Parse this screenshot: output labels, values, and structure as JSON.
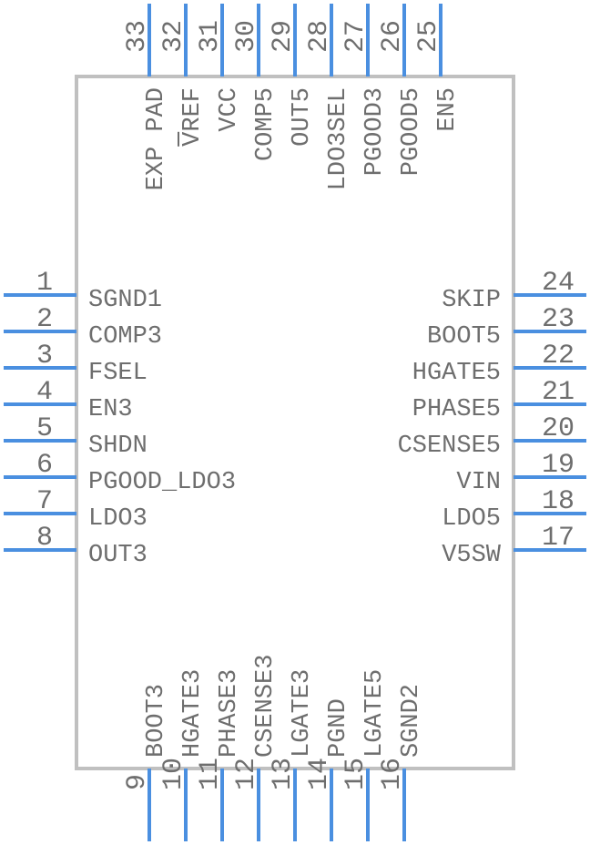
{
  "colors": {
    "pin": "#4a8fe0",
    "body": "#c0c0c0",
    "text": "#6e6e6e"
  },
  "pins": {
    "left": [
      {
        "number": "1",
        "label": "SGND1"
      },
      {
        "number": "2",
        "label": "COMP3"
      },
      {
        "number": "3",
        "label": "FSEL"
      },
      {
        "number": "4",
        "label": "EN3"
      },
      {
        "number": "5",
        "label": "SHDN"
      },
      {
        "number": "6",
        "label": "PGOOD_LDO3"
      },
      {
        "number": "7",
        "label": "LDO3"
      },
      {
        "number": "8",
        "label": "OUT3"
      }
    ],
    "bottom": [
      {
        "number": "9",
        "label": "BOOT3"
      },
      {
        "number": "10",
        "label": "HGATE3"
      },
      {
        "number": "11",
        "label": "PHASE3"
      },
      {
        "number": "12",
        "label": "CSENSE3"
      },
      {
        "number": "13",
        "label": "LGATE3"
      },
      {
        "number": "14",
        "label": "PGND"
      },
      {
        "number": "15",
        "label": "LGATE5"
      },
      {
        "number": "16",
        "label": "SGND2"
      }
    ],
    "right": [
      {
        "number": "17",
        "label": "V5SW"
      },
      {
        "number": "18",
        "label": "LDO5"
      },
      {
        "number": "19",
        "label": "VIN"
      },
      {
        "number": "20",
        "label": "CSENSE5"
      },
      {
        "number": "21",
        "label": "PHASE5"
      },
      {
        "number": "22",
        "label": "HGATE5"
      },
      {
        "number": "23",
        "label": "BOOT5"
      },
      {
        "number": "24",
        "label": "SKIP"
      }
    ],
    "top": [
      {
        "number": "25",
        "label": "EN5"
      },
      {
        "number": "26",
        "label": "PGOOD5"
      },
      {
        "number": "27",
        "label": "PGOOD3"
      },
      {
        "number": "28",
        "label": "LDO3SEL"
      },
      {
        "number": "29",
        "label": "OUT5"
      },
      {
        "number": "30",
        "label": "COMP5"
      },
      {
        "number": "31",
        "label": "VCC"
      },
      {
        "number": "32",
        "label": "VREF",
        "overbar": true
      },
      {
        "number": "33",
        "label": "EXP PAD"
      }
    ]
  }
}
